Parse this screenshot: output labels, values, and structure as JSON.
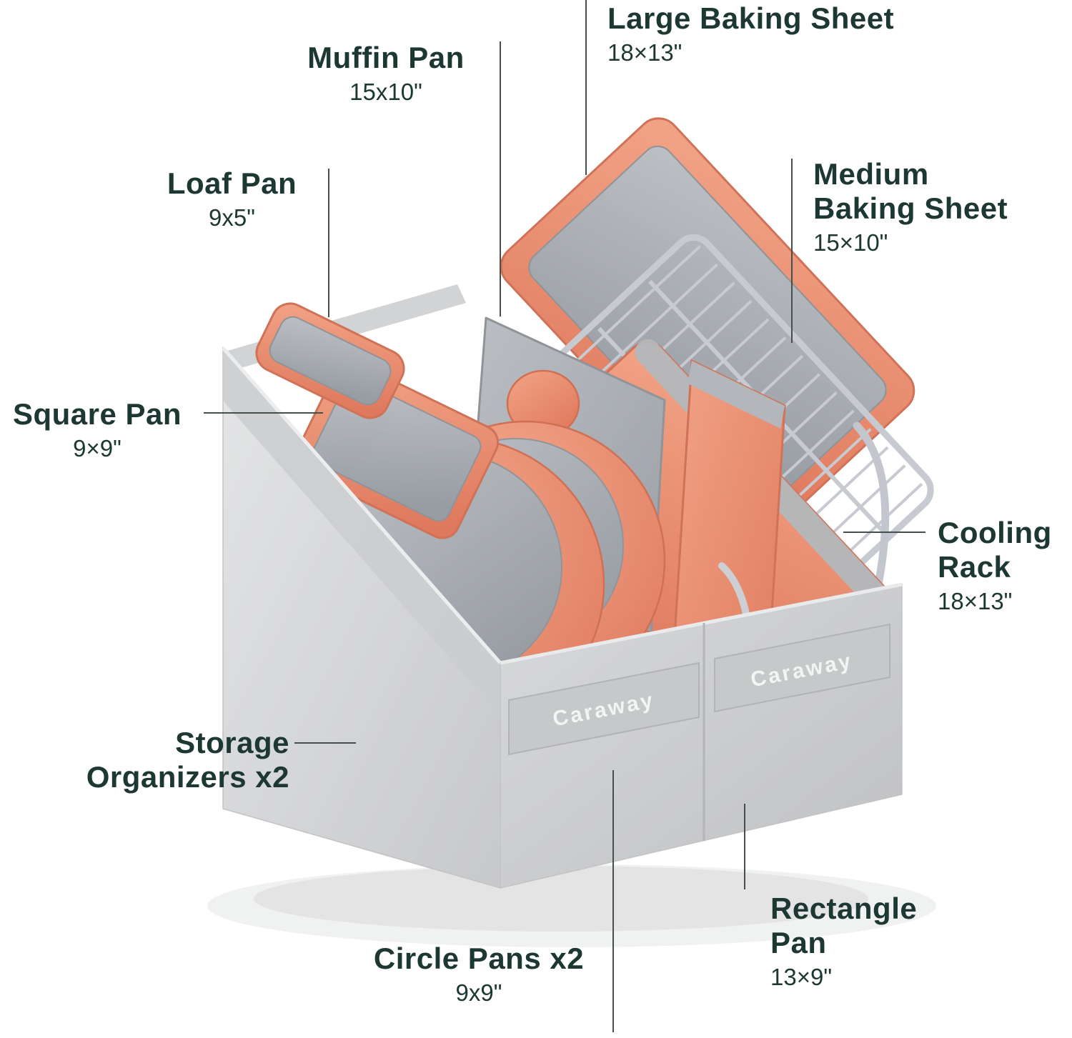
{
  "product": {
    "brand_logo": "Caraway",
    "colors": {
      "coral": "#e8886c",
      "pan_gray": "#a9aeb3",
      "bin_gray": "#d6d7d8",
      "label_text": "#1d3732",
      "rack_silver": "#c7cbd1"
    }
  },
  "callouts": {
    "large_baking_sheet": {
      "title": "Large Baking Sheet",
      "dims": "18×13\""
    },
    "muffin_pan": {
      "title": "Muffin Pan",
      "dims": "15x10\""
    },
    "loaf_pan": {
      "title": "Loaf Pan",
      "dims": "9x5\""
    },
    "medium_baking_sheet": {
      "title": "Medium Baking Sheet",
      "dims": "15×10\""
    },
    "square_pan": {
      "title": "Square Pan",
      "dims": "9×9\""
    },
    "cooling_rack": {
      "title": "Cooling Rack",
      "dims": "18×13\""
    },
    "storage_organizers": {
      "title": "Storage Organizers x2"
    },
    "rectangle_pan": {
      "title": "Rectangle Pan",
      "dims": "13×9\""
    },
    "circle_pans": {
      "title": "Circle Pans x2",
      "dims": "9x9\""
    }
  }
}
